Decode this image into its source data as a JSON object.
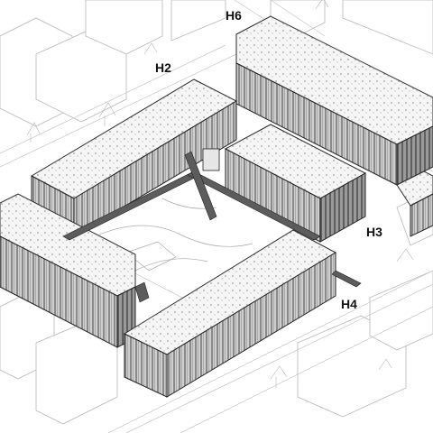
{
  "labels": {
    "h6": "H6",
    "h2": "H2",
    "h3": "H3",
    "h4": "H4"
  },
  "colors": {
    "background": "#ffffff",
    "ink": "#111111",
    "context": "#b8b8b8",
    "facade": "#8a8a8a",
    "gallery": "#5c5c5c"
  }
}
